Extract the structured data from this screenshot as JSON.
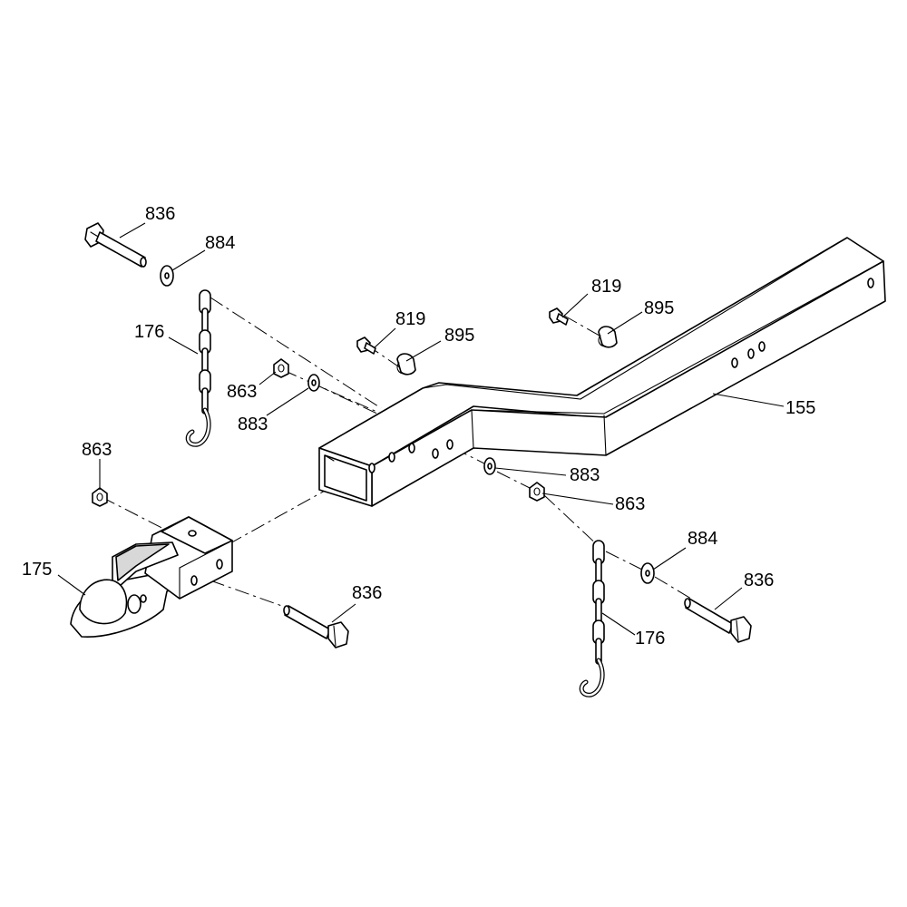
{
  "callouts": {
    "bolt_836_top_left": "836",
    "washer_884_top_left": "884",
    "chain_176_left": "176",
    "nut_863_left": "863",
    "washer_883_left": "883",
    "nut_863_coupler": "863",
    "coupler_175": "175",
    "bolt_836_coupler": "836",
    "bolt_819_middle": "819",
    "clip_895_middle": "895",
    "bolt_819_right": "819",
    "clip_895_right": "895",
    "tongue_155": "155",
    "washer_883_right": "883",
    "nut_863_right": "863",
    "washer_884_right": "884",
    "bolt_836_right": "836",
    "chain_176_right": "176"
  }
}
